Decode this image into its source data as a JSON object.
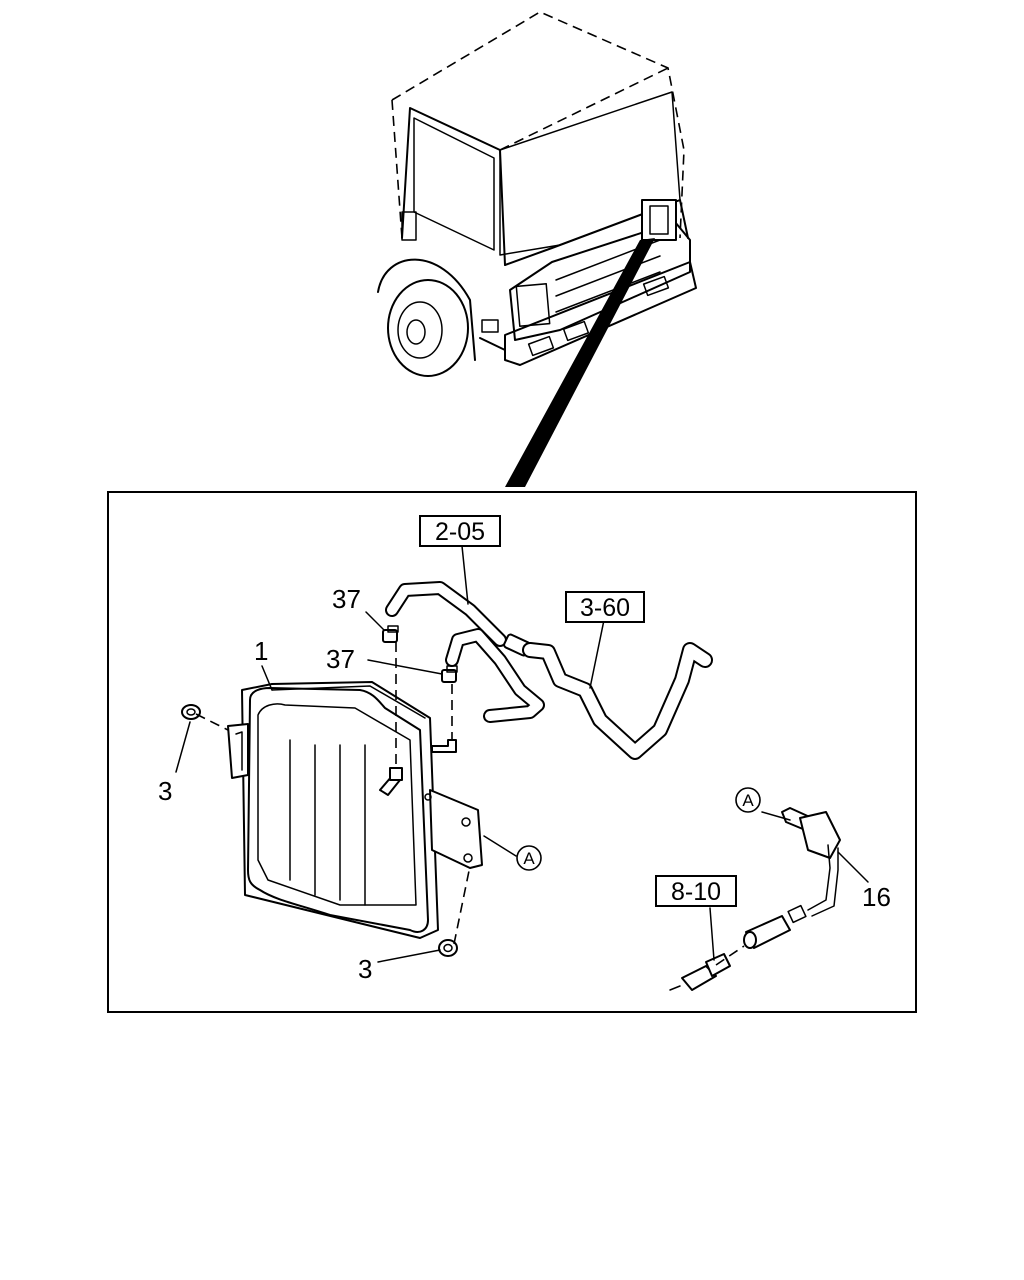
{
  "callouts": {
    "part_1": "1",
    "part_3_upper": "3",
    "part_3_lower": "3",
    "part_37_upper": "37",
    "part_37_lower": "37",
    "part_16": "16"
  },
  "references": {
    "ref_2_05": "2-05",
    "ref_3_60": "3-60",
    "ref_8_10": "8-10"
  },
  "connector_marks": {
    "tank_mark": "A",
    "switch_mark": "A"
  }
}
